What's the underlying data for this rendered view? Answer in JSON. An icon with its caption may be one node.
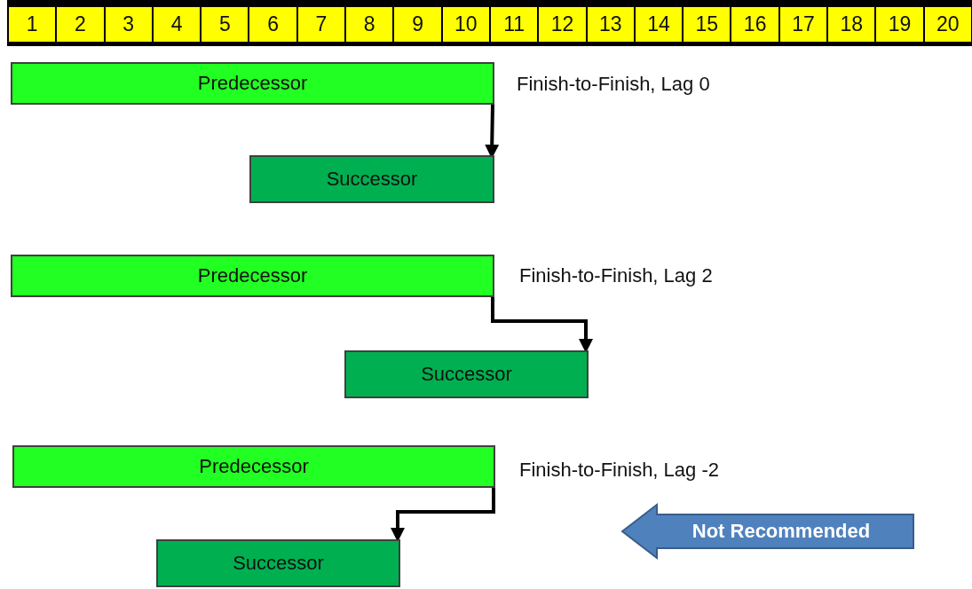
{
  "diagram": {
    "nodes": [
      {
        "text": [
          "Predecessor"
        ]
      },
      {
        "text": [
          "Successor"
        ]
      },
      {
        "text": [
          "Predecessor"
        ]
      },
      {
        "text": [
          "Successor"
        ]
      },
      {
        "text": [
          "Predecessor"
        ]
      },
      {
        "text": [
          "Not Recommended"
        ]
      },
      {
        "text": [
          "Successor"
        ]
      }
    ],
    "edges": [
      {
        "from": 0,
        "to": 1,
        "arrow": "to"
      },
      {
        "from": 2,
        "to": 3,
        "arrow": "to"
      },
      {
        "from": 4,
        "to": 6,
        "arrow": "to"
      }
    ],
    "labels": [
      "1",
      "2",
      "3",
      "4",
      "5",
      "6",
      "7",
      "8",
      "9",
      "10",
      "11",
      "12",
      "13",
      "14",
      "15",
      "16",
      "17",
      "18",
      "19",
      "20",
      "Finish-to-Finish, Lag 0",
      "Finish-to-Finish, Lag 2",
      "Finish-to-Finish, Lag -2"
    ]
  }
}
